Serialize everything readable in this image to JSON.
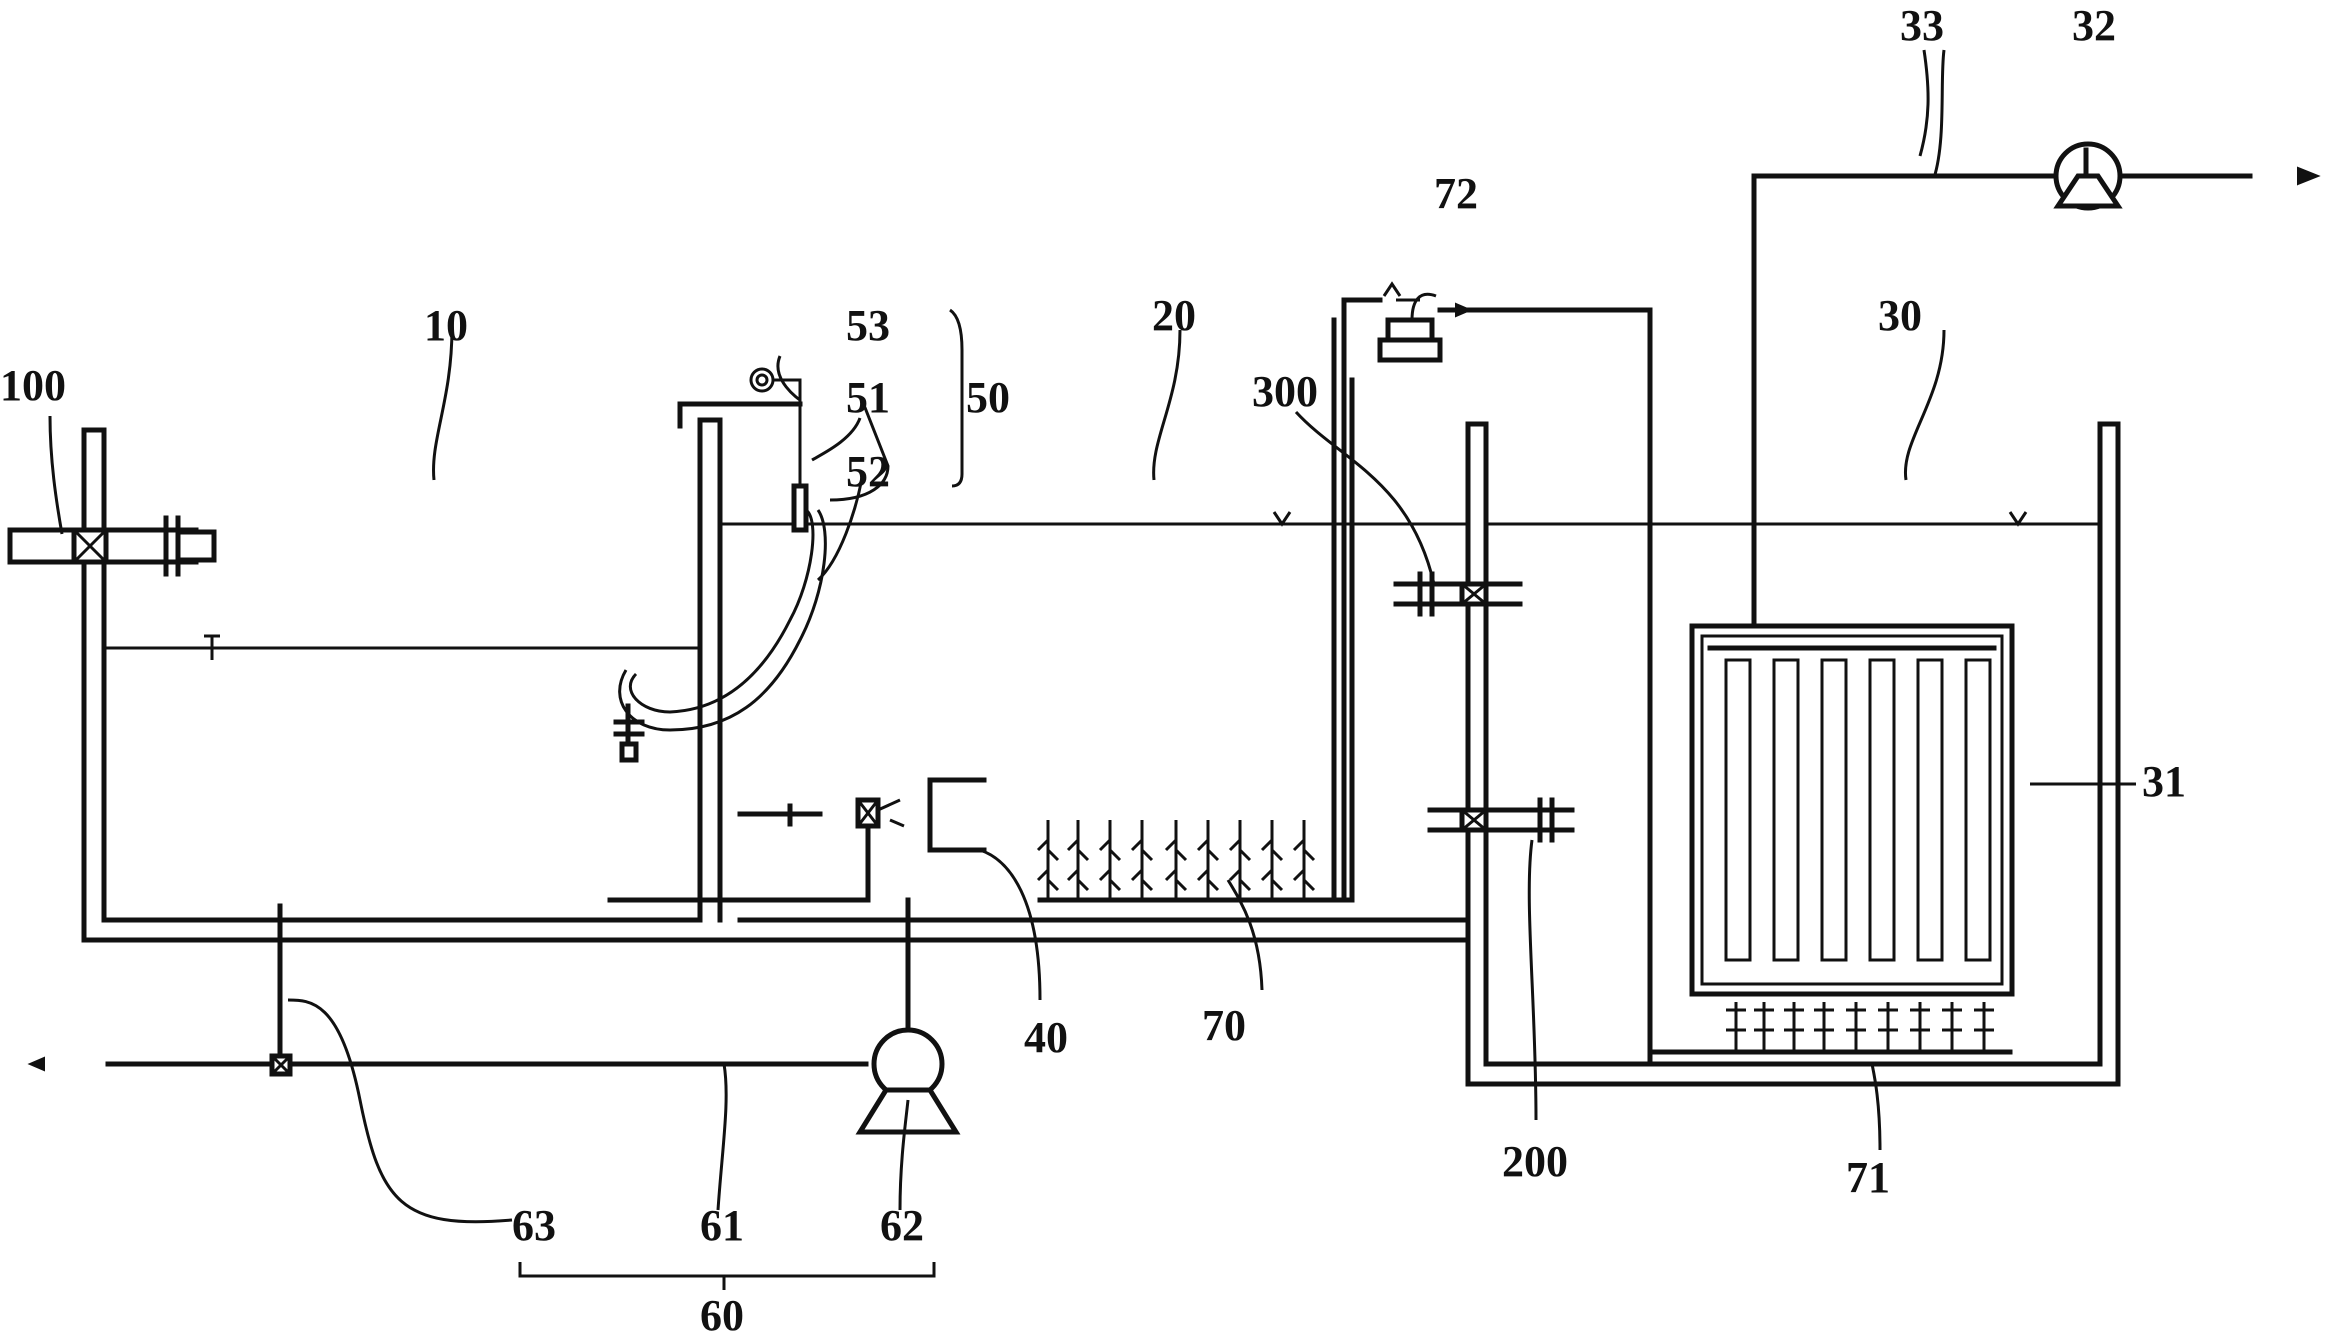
{
  "labels": {
    "tank_10": "10",
    "tank_20": "20",
    "tank_30": "30",
    "pipe_100": "100",
    "member_50": "50",
    "member_51": "51",
    "member_52": "52",
    "member_53": "53",
    "member_40": "40",
    "diffuser_70": "70",
    "diffuser_71": "71",
    "pump_72": "72",
    "valve_300": "300",
    "valve_200": "200",
    "membrane_31": "31",
    "pump_32": "32",
    "pipe_33": "33",
    "group_60": "60",
    "pipe_61": "61",
    "pump_62": "62",
    "valve_63": "63"
  }
}
